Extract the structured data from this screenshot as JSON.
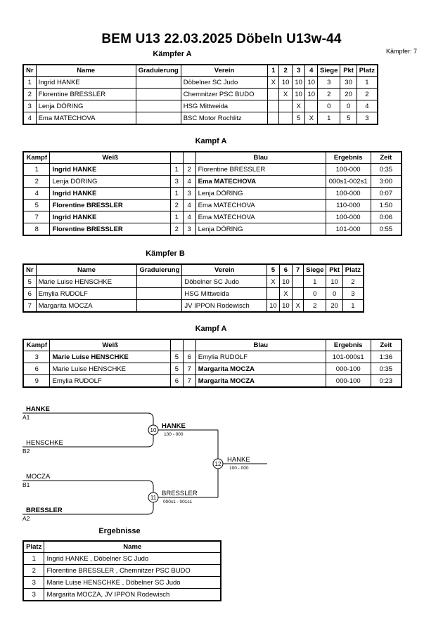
{
  "title": "BEM U13  22.03.2025  Döbeln   U13w-44",
  "fighter_count": "Kämpfer: 7",
  "pool_a": {
    "heading": "Kämpfer A",
    "headers": [
      "Nr",
      "Name",
      "Graduierung",
      "Verein",
      "1",
      "2",
      "3",
      "4",
      "Siege",
      "Pkt",
      "Platz"
    ],
    "rows": [
      [
        "1",
        "Ingrid  HANKE",
        "",
        "Döbelner SC Judo",
        "X",
        "10",
        "10",
        "10",
        "3",
        "30",
        "1"
      ],
      [
        "2",
        "Florentine BRESSLER",
        "",
        "Chemnitzer PSC BUDO",
        "",
        "X",
        "10",
        "10",
        "2",
        "20",
        "2"
      ],
      [
        "3",
        "Lenja DÖRING",
        "",
        "HSG Mittweida",
        "",
        "",
        "X",
        "",
        "0",
        "0",
        "4"
      ],
      [
        "4",
        "Ema MATECHOVA",
        "",
        "BSC Motor Rochlitz",
        "",
        "",
        "5",
        "X",
        "1",
        "5",
        "3"
      ]
    ]
  },
  "fights_a": {
    "heading": "Kampf A",
    "headers": [
      "Kampf",
      "Weiß",
      "",
      "",
      "Blau",
      "Ergebnis",
      "Zeit"
    ],
    "rows": [
      [
        "1",
        "Ingrid  HANKE",
        "1",
        "2",
        "Florentine BRESSLER",
        "100-000",
        "0:35"
      ],
      [
        "2",
        "Lenja DÖRING",
        "3",
        "4",
        "Ema MATECHOVA",
        "000s1-002s1",
        "3:00"
      ],
      [
        "4",
        "Ingrid  HANKE",
        "1",
        "3",
        "Lenja DÖRING",
        "100-000",
        "0:07"
      ],
      [
        "5",
        "Florentine BRESSLER",
        "2",
        "4",
        "Ema MATECHOVA",
        "110-000",
        "1:50"
      ],
      [
        "7",
        "Ingrid  HANKE",
        "1",
        "4",
        "Ema MATECHOVA",
        "100-000",
        "0:06"
      ],
      [
        "8",
        "Florentine BRESSLER",
        "2",
        "3",
        "Lenja DÖRING",
        "101-000",
        "0:55"
      ]
    ],
    "bold": [
      "white",
      "blue",
      "white",
      "white",
      "white",
      "white"
    ]
  },
  "pool_b": {
    "heading": "Kämpfer B",
    "headers": [
      "Nr",
      "Name",
      "Graduierung",
      "Verein",
      "5",
      "6",
      "7",
      "Siege",
      "Pkt",
      "Platz"
    ],
    "rows": [
      [
        "5",
        "Marie Luise HENSCHKE",
        "",
        "Döbelner SC Judo",
        "X",
        "10",
        "",
        "1",
        "10",
        "2"
      ],
      [
        "6",
        "Emylia RUDOLF",
        "",
        "HSG Mittweida",
        "",
        "X",
        "",
        "0",
        "0",
        "3"
      ],
      [
        "7",
        "Margarita MOCZA",
        "",
        "JV IPPON Rodewisch",
        "10",
        "10",
        "X",
        "2",
        "20",
        "1"
      ]
    ]
  },
  "fights_b": {
    "heading": "Kampf A",
    "headers": [
      "Kampf",
      "Weiß",
      "",
      "",
      "Blau",
      "Ergebnis",
      "Zeit"
    ],
    "rows": [
      [
        "3",
        "Marie Luise HENSCHKE",
        "5",
        "6",
        "Emylia RUDOLF",
        "101-000s1",
        "1:36"
      ],
      [
        "6",
        "Marie Luise HENSCHKE",
        "5",
        "7",
        "Margarita MOCZA",
        "000-100",
        "0:35"
      ],
      [
        "9",
        "Emylia RUDOLF",
        "6",
        "7",
        "Margarita MOCZA",
        "000-100",
        "0:23"
      ]
    ],
    "bold": [
      "white",
      "blue",
      "blue"
    ]
  },
  "bracket": {
    "a1_name": "HANKE",
    "a1_seed": "A1",
    "b2_name": "HENSCHKE",
    "b2_seed": "B2",
    "b1_name": "MOCZA",
    "b1_seed": "B1",
    "a2_name": "BRESSLER",
    "a2_seed": "A2",
    "f10_no": "10",
    "f10_winner": "HANKE",
    "f10_score": "100 - 000",
    "f11_no": "11",
    "f11_winner": "BRESSLER",
    "f11_score": "000s1 - 001s1",
    "f12_no": "12",
    "f12_winner": "HANKE",
    "f12_score": "100 - 000"
  },
  "results": {
    "heading": "Ergebnisse",
    "headers": [
      "Platz",
      "Name"
    ],
    "rows": [
      [
        "1",
        "Ingrid  HANKE , Döbelner SC Judo"
      ],
      [
        "2",
        "Florentine BRESSLER , Chemnitzer PSC BUDO"
      ],
      [
        "3",
        "Marie Luise HENSCHKE , Döbelner SC Judo"
      ],
      [
        "3",
        "Margarita MOCZA, JV IPPON Rodewisch"
      ]
    ]
  }
}
